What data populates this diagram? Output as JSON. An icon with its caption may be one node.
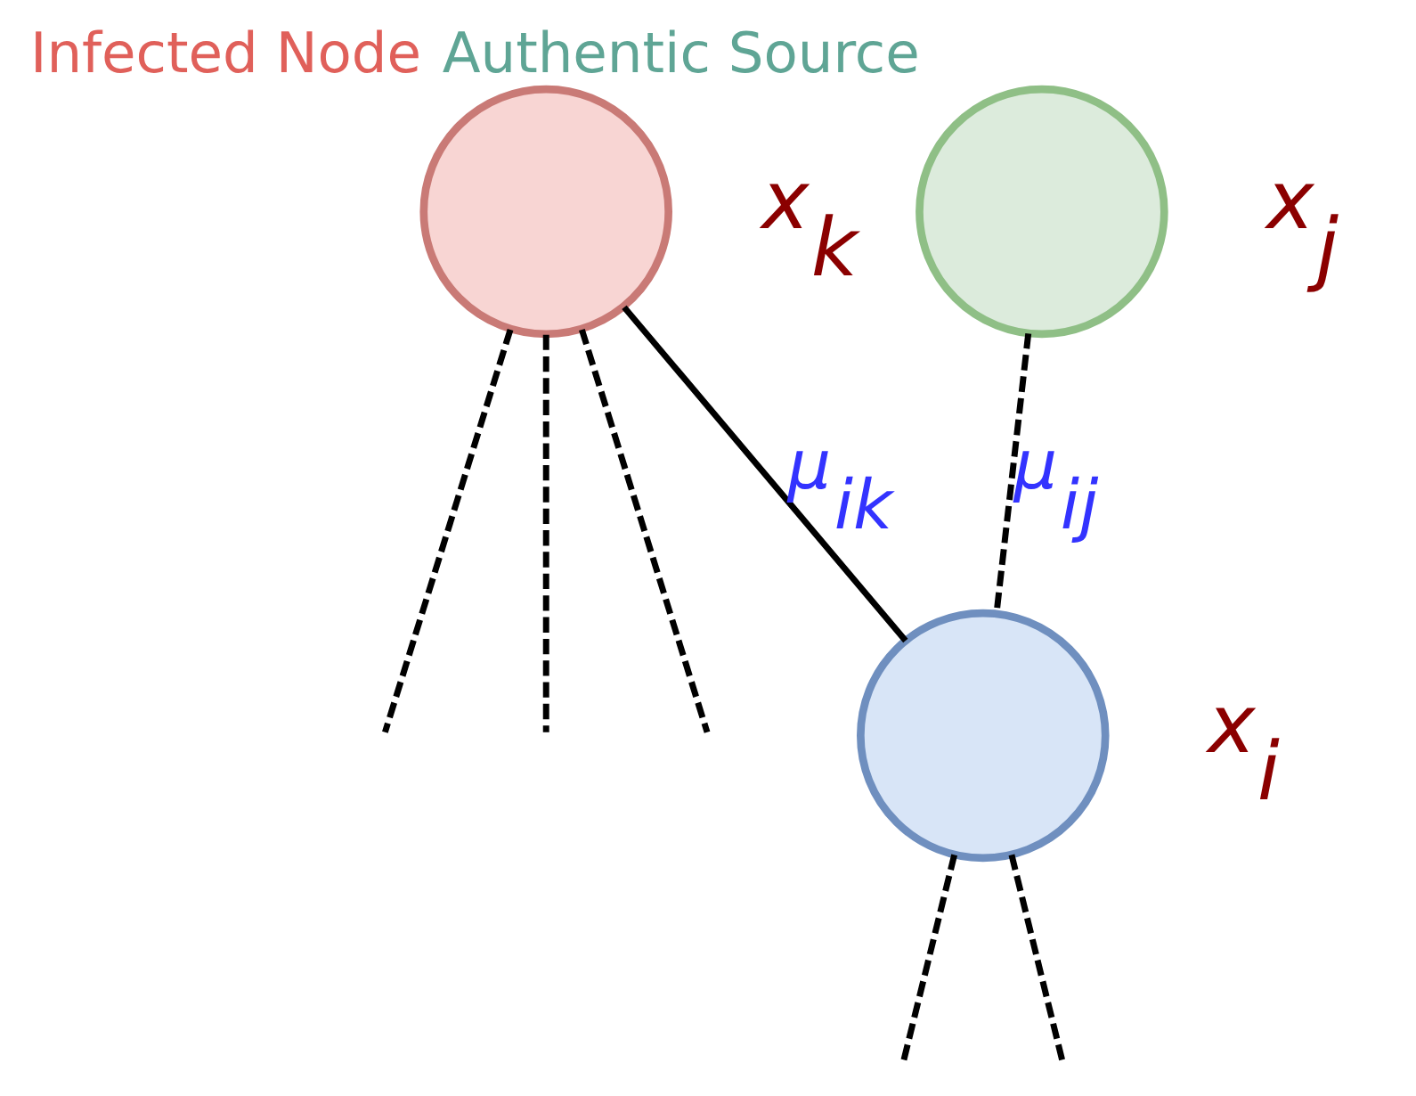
{
  "diagram": {
    "nodes": [
      {
        "text": [
          "Authentic Source"
        ],
        "beside": [
          "x$_{j}$"
        ]
      },
      {
        "text": [
          "Infected Node"
        ],
        "beside": [
          "x$_{k}$"
        ]
      },
      {
        "text": [],
        "shape": "circle",
        "beside": [
          "x$_{i}$"
        ]
      }
    ],
    "edges": [
      {
        "from": 1,
        "to": 2,
        "arrow": "none",
        "label": "μ$_{ik}$"
      },
      {
        "from": 0,
        "to": 2,
        "arrow": "none",
        "label": "μ$_{ij}$",
        "style": "dashed"
      },
      {
        "from": 1,
        "to": null,
        "arrow": "none",
        "style": "dashed"
      },
      {
        "from": 1,
        "to": null,
        "arrow": "none",
        "style": "dashed"
      },
      {
        "from": 1,
        "to": null,
        "arrow": "none",
        "style": "dashed"
      },
      {
        "from": 2,
        "to": null,
        "arrow": "none",
        "style": "dashed"
      },
      {
        "from": 2,
        "to": null,
        "arrow": "none",
        "style": "dashed"
      }
    ]
  }
}
